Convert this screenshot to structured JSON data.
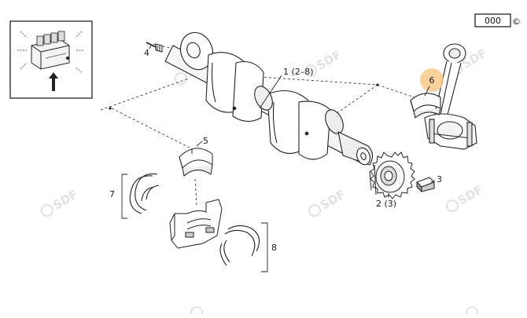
{
  "page_code": "000",
  "copyright_symbol": "©",
  "watermark": "SDF",
  "highlight_color": "#f7c98a",
  "callouts": [
    {
      "id": "crankshaft",
      "label": "1 (2–8)"
    },
    {
      "id": "gear",
      "label": "2 (3)"
    },
    {
      "id": "key",
      "label": "3"
    },
    {
      "id": "plug",
      "label": "4"
    },
    {
      "id": "main-bearing-upper",
      "label": "5"
    },
    {
      "id": "conrod-bearing",
      "label": "6",
      "highlighted": true
    },
    {
      "id": "thrust-washers-upper",
      "label": "7"
    },
    {
      "id": "thrust-washers-lower",
      "label": "8"
    }
  ]
}
